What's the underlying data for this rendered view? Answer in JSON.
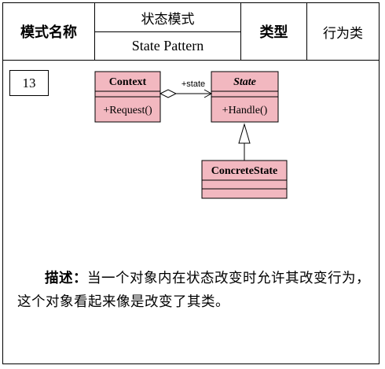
{
  "header": {
    "name_label": "模式名称",
    "name_cn": "状态模式",
    "name_en": "State Pattern",
    "type_label": "类型",
    "type_value": "行为类"
  },
  "pattern_number": "13",
  "uml": {
    "context": {
      "name": "Context",
      "method": "+Request()"
    },
    "state": {
      "name": "State",
      "method": "+Handle()"
    },
    "concrete": {
      "name": "ConcreteState"
    },
    "association_label": "+state"
  },
  "description": {
    "label": "描述：",
    "text": "当一个对象内在状态改变时允许其改变行为，这个对象看起来像是改变了其类。"
  },
  "colors": {
    "class_fill": "#f2b8c0",
    "border": "#000000"
  }
}
